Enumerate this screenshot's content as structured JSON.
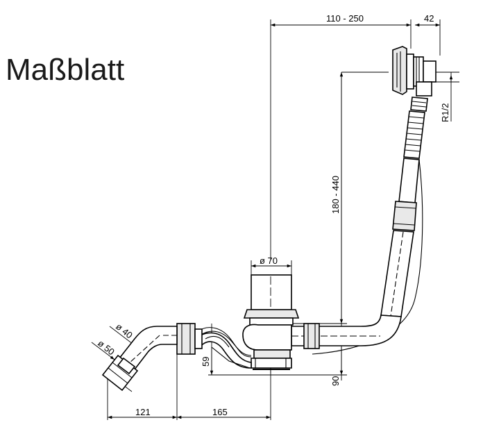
{
  "title": "Maßblatt",
  "dimensions": {
    "overflow_offset": "110 - 250",
    "overflow_width": "42",
    "thread": "R1/2",
    "overflow_height": "180 - 440",
    "waste_diameter": "ø 70",
    "drain_height": "59",
    "floor_height": "90",
    "outlet_diameter_40": "ø 40",
    "outlet_diameter_50": "ø 50",
    "outlet_length": "121",
    "trap_length": "165"
  }
}
